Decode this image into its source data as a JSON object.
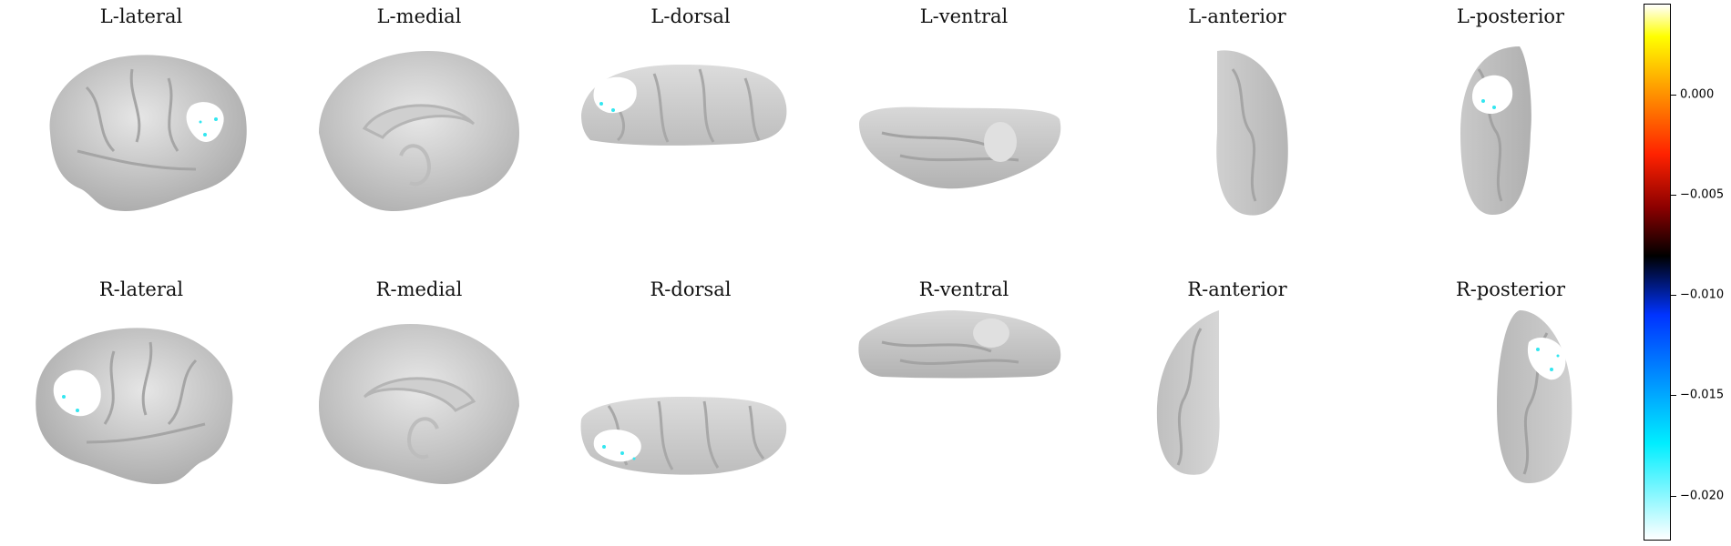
{
  "panels": [
    {
      "id": "L-lateral",
      "title": "L-lateral"
    },
    {
      "id": "L-medial",
      "title": "L-medial"
    },
    {
      "id": "L-dorsal",
      "title": "L-dorsal"
    },
    {
      "id": "L-ventral",
      "title": "L-ventral"
    },
    {
      "id": "L-anterior",
      "title": "L-anterior"
    },
    {
      "id": "L-posterior",
      "title": "L-posterior"
    },
    {
      "id": "R-lateral",
      "title": "R-lateral"
    },
    {
      "id": "R-medial",
      "title": "R-medial"
    },
    {
      "id": "R-dorsal",
      "title": "R-dorsal"
    },
    {
      "id": "R-ventral",
      "title": "R-ventral"
    },
    {
      "id": "R-anterior",
      "title": "R-anterior"
    },
    {
      "id": "R-posterior",
      "title": "R-posterior"
    }
  ],
  "colorbar": {
    "ticks": [
      "0.000",
      "−0.005",
      "−0.010",
      "−0.015",
      "−0.020"
    ],
    "colors": {
      "surface": "#c8c8c8",
      "highlight": "#ffffff",
      "cyan": "#33e6f0"
    }
  }
}
